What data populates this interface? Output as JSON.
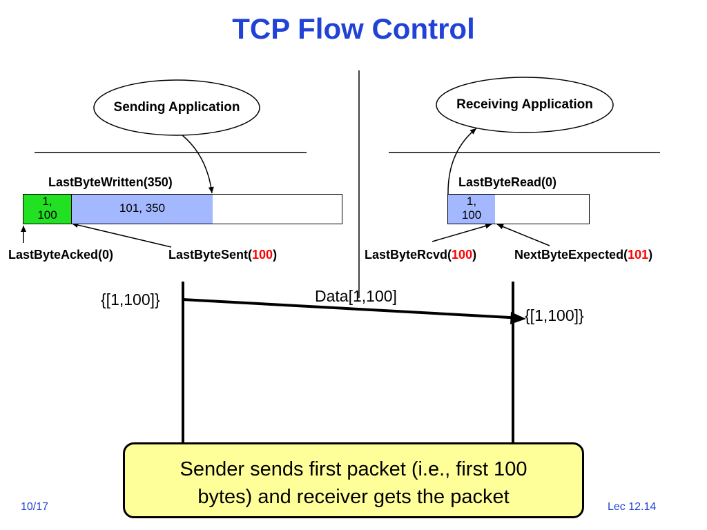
{
  "title": "TCP Flow Control",
  "sender": {
    "app_label": "Sending Application",
    "last_byte_written_prefix": "LastByteWritten(350)",
    "buffer": {
      "acked_segment": [
        "1,",
        "100"
      ],
      "sent_segment": "101, 350"
    },
    "last_byte_acked": "LastByteAcked(0)",
    "last_byte_sent_prefix": "LastByteSent(",
    "last_byte_sent_value": "100",
    "last_byte_sent_suffix": ")",
    "set_label": "{[1,100]}"
  },
  "receiver": {
    "app_label": "Receiving Application",
    "last_byte_read": "LastByteRead(0)",
    "buffer": {
      "rcvd_segment": [
        "1,",
        "100"
      ]
    },
    "last_byte_rcvd_prefix": "LastByteRcvd(",
    "last_byte_rcvd_value": "100",
    "last_byte_rcvd_suffix": ")",
    "next_byte_expected_prefix": "NextByteExpected(",
    "next_byte_expected_value": "101",
    "next_byte_expected_suffix": ")",
    "set_label": "{[1,100]}"
  },
  "message_label": "Data[1,100]",
  "callout": {
    "line1": "Sender sends first packet (i.e., first 100",
    "line2": "bytes) and receiver gets the packet"
  },
  "footer": {
    "left": "10/17",
    "right": "Lec 12.14"
  },
  "colors": {
    "title": "#2142d6",
    "acked_green": "#22e022",
    "sent_blue": "#a4b8ff",
    "highlight_red": "#ff0000",
    "callout_fill": "#ffff99"
  }
}
